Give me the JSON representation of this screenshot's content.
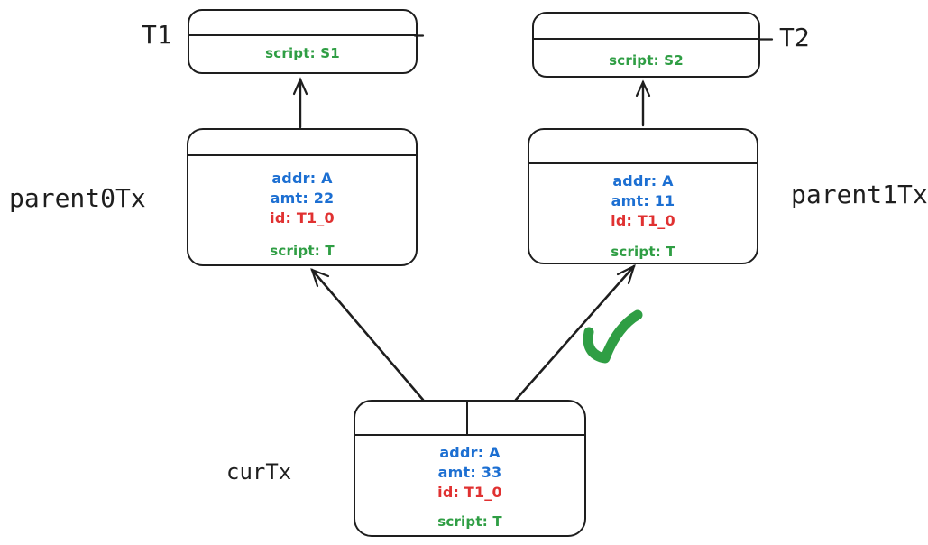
{
  "title": "transaction-inputs-diagram",
  "colors": {
    "stroke": "#1e1e1e",
    "blue": "#1c6fd2",
    "red": "#e03131",
    "green": "#2f9e44",
    "background": "#ffffff"
  },
  "nodes": {
    "t1": {
      "label": "T1",
      "script": "script: S1"
    },
    "t2": {
      "label": "T2",
      "script": "script: S2"
    },
    "parent0": {
      "label": "parent0Tx",
      "addr": "addr: A",
      "amt": "amt: 22",
      "id": "id: T1_0",
      "script": "script: T"
    },
    "parent1": {
      "label": "parent1Tx",
      "addr": "addr: A",
      "amt": "amt: 11",
      "id": "id: T1_0",
      "script": "script: T"
    },
    "curtx": {
      "label": "curTx",
      "addr": "addr: A",
      "amt": "amt: 33",
      "id": "id: T1_0",
      "script": "script: T"
    }
  },
  "edges": [
    {
      "from": "parent0Tx",
      "to": "T1"
    },
    {
      "from": "parent1Tx",
      "to": "T2"
    },
    {
      "from": "curTx",
      "to": "parent0Tx"
    },
    {
      "from": "curTx",
      "to": "parent1Tx",
      "annotation": "green-checkmark"
    }
  ],
  "icons": {
    "checkmark": "checkmark-icon"
  }
}
